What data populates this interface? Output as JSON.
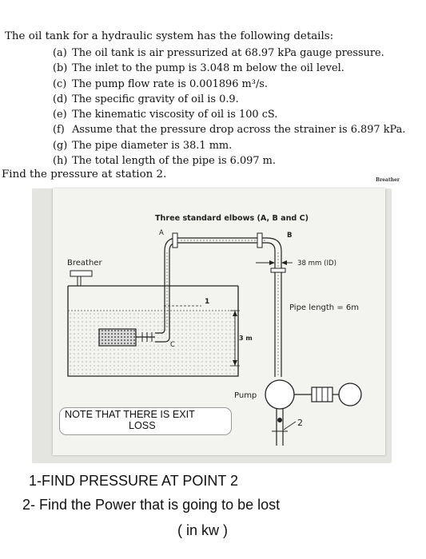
{
  "problem": {
    "intro": "The oil tank for a hydraulic system has the following details:",
    "items": [
      {
        "label": "(a)",
        "text": "The oil tank is air pressurized at 68.97 kPa gauge pressure."
      },
      {
        "label": "(b)",
        "text": "The inlet to the pump is 3.048 m below the oil level."
      },
      {
        "label": "(c)",
        "text": "The pump flow rate is 0.001896 m³/s."
      },
      {
        "label": "(d)",
        "text": "The specific gravity of oil is 0.9."
      },
      {
        "label": "(e)",
        "text": "The kinematic viscosity of oil is 100 cS."
      },
      {
        "label": "(f)",
        "text": "Assume that the pressure drop across the strainer is 6.897 kPa."
      },
      {
        "label": "(g)",
        "text": "The pipe diameter is 38.1 mm."
      },
      {
        "label": "(h)",
        "text": "The total length of the pipe is 6.097 m."
      }
    ],
    "find": "Find the pressure at station 2.",
    "breather_cut": "Breather"
  },
  "diagram": {
    "elbows_title": "Three standard elbows (A, B and C)",
    "label_a": "A",
    "label_b": "B",
    "label_c": "C",
    "label_1": "1",
    "label_2": "2",
    "breather": "Breather",
    "id_label": "38 mm (ID)",
    "pipe_length": "Pipe length = 6m",
    "height": "3 m",
    "pump": "Pump"
  },
  "note": {
    "line1": "NOTE THAT THERE IS EXIT",
    "line2": "LOSS"
  },
  "questions": {
    "q1": "1-FIND PRESSURE AT POINT 2",
    "q2": "2- Find the Power that is going to be lost",
    "q3": "( in kw )"
  }
}
